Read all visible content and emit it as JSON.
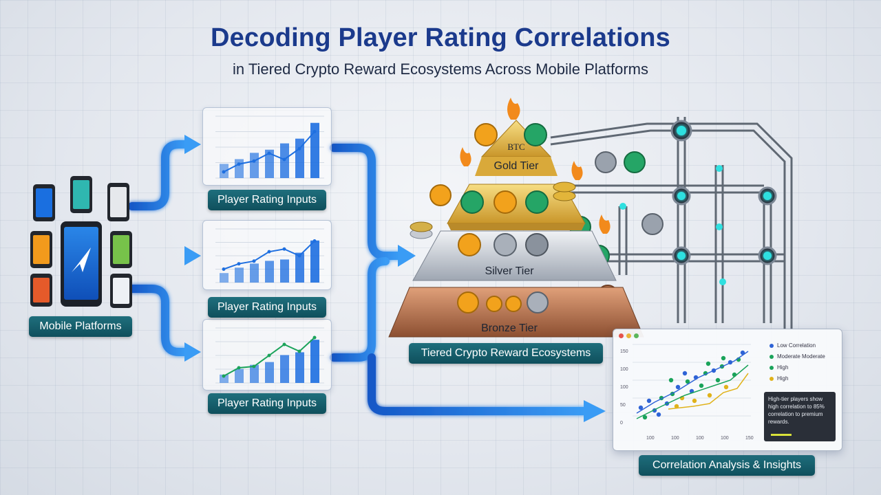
{
  "title": "Decoding Player Rating Correlations",
  "subtitle": "in Tiered Crypto Reward Ecosystems Across Mobile Platforms",
  "labels": {
    "mobile_platforms": "Mobile Platforms",
    "player_rating_inputs": "Player Rating Inputs",
    "tiered_ecosystems": "Tiered Crypto Reward Ecosystems",
    "correlation_analysis": "Correlation Analysis & Insights"
  },
  "tiers": {
    "gold": "Gold Tier",
    "silver": "Silver Tier",
    "bronze": "Bronze Tier",
    "btc_label": "BTC"
  },
  "legend": [
    {
      "label": "Low Correlation",
      "color": "#2e63d6"
    },
    {
      "label": "Moderate Moderate",
      "color": "#1aa35a"
    },
    {
      "label": "High",
      "color": "#1aa35a"
    },
    {
      "label": "High",
      "color": "#e0b21a"
    }
  ],
  "insight": "High-tier players show high correlation to 85% correlation to premium rewards.",
  "axis_ticks": {
    "y": [
      "150",
      "100",
      "100",
      "50",
      "0"
    ],
    "x": [
      "100",
      "100",
      "100",
      "100",
      "150"
    ]
  },
  "colors": {
    "title": "#1b3a8c",
    "flow_blue": "#1e6fe0",
    "pill": "#135867",
    "gold": "#e2b53a",
    "silver": "#b8bec8",
    "bronze": "#b4704a"
  }
}
